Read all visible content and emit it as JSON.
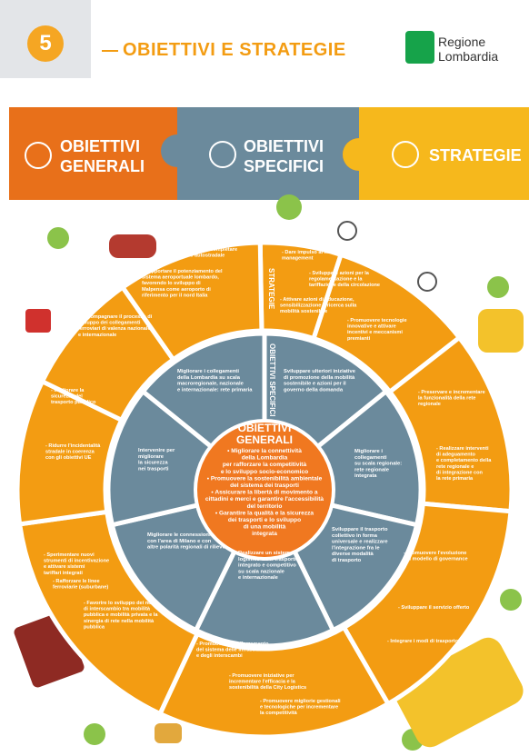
{
  "header": {
    "number": "5",
    "title": "OBIETTIVI E STRATEGIE",
    "logo_line1": "Regione",
    "logo_line2": "Lombardia"
  },
  "puzzle": {
    "generali_1": "OBIETTIVI",
    "generali_2": "GENERALI",
    "specifici_1": "OBIETTIVI",
    "specifici_2": "SPECIFICI",
    "strategie": "STRATEGIE"
  },
  "ring_labels": {
    "strategie": "STRATEGIE",
    "specifici": "OBIETTIVI SPECIFICI"
  },
  "center": {
    "title_1": "OBIETTIVI",
    "title_2": "GENERALI",
    "lines": [
      "• Migliorare la connettività",
      "della Lombardia",
      "per rafforzare la competitività",
      "e lo sviluppo socio-economico",
      "• Promuovere la sostenibilità ambientale",
      "del sistema dei trasporti",
      "• Assicurare la libertà di movimento a",
      "cittadini e merci e garantire l'accessibilità",
      "del territorio",
      "• Garantire la qualità e la sicurezza",
      "dei trasporti e lo sviluppo",
      "di una mobilità",
      "integrata"
    ]
  },
  "specific": [
    [
      "Sviluppare ulteriori iniziative",
      "di promozione della mobilità",
      "sostenibile e azioni per il",
      "governo della domanda"
    ],
    [
      "Migliorare i",
      "collegamenti",
      "su scala regionale:",
      "rete regionale",
      "integrata"
    ],
    [
      "Sviluppare il trasporto",
      "collettivo in forma",
      "universale e realizzare",
      "l'integrazione fra le",
      "diverse modalità",
      "di trasporto"
    ],
    [
      "Realizzare un sistema",
      "logistico e dei trasporti",
      "integrato e competitivo",
      "su scala nazionale",
      "e internazionale"
    ],
    [
      "Migliorare le connessioni",
      "con l'area di Milano e con",
      "altre polarità regionali di rilievo"
    ],
    [
      "Intervenire per",
      "migliorare",
      "la sicurezza",
      "nei trasporti"
    ],
    [
      "Migliorare i collegamenti",
      "della Lombardia su scala",
      "macroregionale, nazionale",
      "e internazionale: rete primaria"
    ]
  ],
  "strategies": [
    [
      "- Adeguare e completare",
      "la rete autostradale"
    ],
    [
      "- Supportare il potenziamento del",
      "sistema aeroportuale lombardo,",
      "favorendo lo sviluppo di",
      "Malpensa come aeroporto di",
      "riferimento per il nord Italia"
    ],
    [
      "- Accompagnare il processo di",
      "sviluppo dei collegamenti",
      "ferroviari di valenza nazionale",
      "e internazionale"
    ],
    [
      "- Dare impulso al mobility",
      "management"
    ],
    [
      "- Sviluppare azioni per la",
      "regolamentazione e la",
      "tariffazione della circolazione"
    ],
    [
      "- Attivare azioni di educazione,",
      "sensibilizzazione e ricerca sulla",
      "mobilità sostenibile"
    ],
    [
      "- Promuovere tecnologie",
      "innovative e attivare",
      "incentivi e meccanismi",
      "premianti"
    ],
    [
      "- Preservare e incrementare",
      "la funzionalità della rete",
      "regionale"
    ],
    [
      "- Realizzare interventi",
      "di adeguamento",
      "e completamento della",
      "rete regionale e",
      "di integrazione con",
      "la rete primaria"
    ],
    [
      "- Promuovere l'evoluzione",
      "del modello di governance"
    ],
    [
      "- Sviluppare il servizio offerto"
    ],
    [
      "- Integrare i modi di trasporto"
    ],
    [
      "- Promuovere il rafforzamento",
      "del sistema delle infrastrutture",
      "e degli interscambi"
    ],
    [
      "- Promuovere iniziative per",
      "incrementare l'efficacia e la",
      "sostenibilità della City Logistics"
    ],
    [
      "- Promuovere migliorie gestionali",
      "e tecnologiche per incrementare",
      "la competitività"
    ],
    [
      "- Sperimentare nuovi",
      "strumenti di incentivazione",
      "e attivare sistemi",
      "tariffari integrati"
    ],
    [
      "- Rafforzare le linee",
      "ferroviarie (suburbane)"
    ],
    [
      "- Favorire lo sviluppo dei nodi",
      "di interscambio tra mobilità",
      "pubblica e mobilità privata e la",
      "sinergia di rete nella mobilità",
      "pubblica"
    ],
    [
      "- Migliorare la",
      "sicurezza del",
      "trasporto pubblico"
    ],
    [
      "- Ridurre l'incidentalità",
      "stradale in coerenza",
      "con gli obiettivi UE"
    ]
  ],
  "colors": {
    "orange": "#f39c12",
    "orange_dark": "#e8701a",
    "yellow": "#f6b81c",
    "slate": "#6b8a9c",
    "center": "#f07820",
    "green": "#16a34a"
  }
}
